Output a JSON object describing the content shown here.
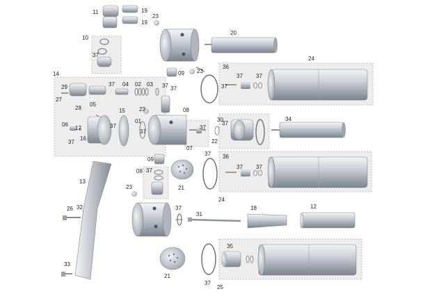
{
  "diagram": {
    "type": "exploded-parts-view",
    "colors": {
      "background": "#ffffff",
      "group_box": "#ededed",
      "group_border": "#bdbdbd",
      "metal_light": "#e4e9ee",
      "metal_mid": "#b5bcc4",
      "metal_dark": "#7d858e",
      "leader": "#333333"
    },
    "part_labels": [
      {
        "id": "lbl-11",
        "text": "11"
      },
      {
        "id": "lbl-19a",
        "text": "19"
      },
      {
        "id": "lbl-19b",
        "text": "19"
      },
      {
        "id": "lbl-23a",
        "text": "23"
      },
      {
        "id": "lbl-10",
        "text": "10"
      },
      {
        "id": "lbl-37a",
        "text": "37"
      },
      {
        "id": "lbl-20",
        "text": "20"
      },
      {
        "id": "lbl-24a",
        "text": "24"
      },
      {
        "id": "lbl-36a",
        "text": "36"
      },
      {
        "id": "lbl-37b",
        "text": "37"
      },
      {
        "id": "lbl-37c",
        "text": "37"
      },
      {
        "id": "lbl-37d",
        "text": "37"
      },
      {
        "id": "lbl-09a",
        "text": "09"
      },
      {
        "id": "lbl-23b",
        "text": "23"
      },
      {
        "id": "lbl-14",
        "text": "14"
      },
      {
        "id": "lbl-27",
        "text": "27"
      },
      {
        "id": "lbl-29",
        "text": "29"
      },
      {
        "id": "lbl-37e",
        "text": "37"
      },
      {
        "id": "lbl-04",
        "text": "04"
      },
      {
        "id": "lbl-02",
        "text": "02"
      },
      {
        "id": "lbl-03",
        "text": "03"
      },
      {
        "id": "lbl-37f",
        "text": "37"
      },
      {
        "id": "lbl-37g",
        "text": "37"
      },
      {
        "id": "lbl-28",
        "text": "28"
      },
      {
        "id": "lbl-05",
        "text": "05"
      },
      {
        "id": "lbl-23c",
        "text": "23"
      },
      {
        "id": "lbl-08a",
        "text": "08"
      },
      {
        "id": "lbl-15",
        "text": "15"
      },
      {
        "id": "lbl-06",
        "text": "06"
      },
      {
        "id": "lbl-17",
        "text": "17"
      },
      {
        "id": "lbl-37h",
        "text": "37"
      },
      {
        "id": "lbl-16",
        "text": "16"
      },
      {
        "id": "lbl-37i",
        "text": "37"
      },
      {
        "id": "lbl-01",
        "text": "01"
      },
      {
        "id": "lbl-37j",
        "text": "37"
      },
      {
        "id": "lbl-30",
        "text": "30"
      },
      {
        "id": "lbl-37k",
        "text": "37"
      },
      {
        "id": "lbl-37l",
        "text": "37"
      },
      {
        "id": "lbl-22",
        "text": "22"
      },
      {
        "id": "lbl-07",
        "text": "07"
      },
      {
        "id": "lbl-34",
        "text": "34"
      },
      {
        "id": "lbl-37m",
        "text": "37"
      },
      {
        "id": "lbl-36b",
        "text": "36"
      },
      {
        "id": "lbl-37n",
        "text": "37"
      },
      {
        "id": "lbl-37o",
        "text": "37"
      },
      {
        "id": "lbl-09b",
        "text": "09"
      },
      {
        "id": "lbl-37p",
        "text": "37"
      },
      {
        "id": "lbl-08b",
        "text": "08"
      },
      {
        "id": "lbl-21a",
        "text": "21"
      },
      {
        "id": "lbl-13",
        "text": "13"
      },
      {
        "id": "lbl-23d",
        "text": "23"
      },
      {
        "id": "lbl-24b",
        "text": "24"
      },
      {
        "id": "lbl-26",
        "text": "26"
      },
      {
        "id": "lbl-32",
        "text": "32"
      },
      {
        "id": "lbl-37q",
        "text": "37"
      },
      {
        "id": "lbl-31",
        "text": "31"
      },
      {
        "id": "lbl-18",
        "text": "18"
      },
      {
        "id": "lbl-12",
        "text": "12"
      },
      {
        "id": "lbl-35",
        "text": "35"
      },
      {
        "id": "lbl-33",
        "text": "33"
      },
      {
        "id": "lbl-21b",
        "text": "21"
      },
      {
        "id": "lbl-37r",
        "text": "37"
      },
      {
        "id": "lbl-25",
        "text": "25"
      }
    ]
  }
}
